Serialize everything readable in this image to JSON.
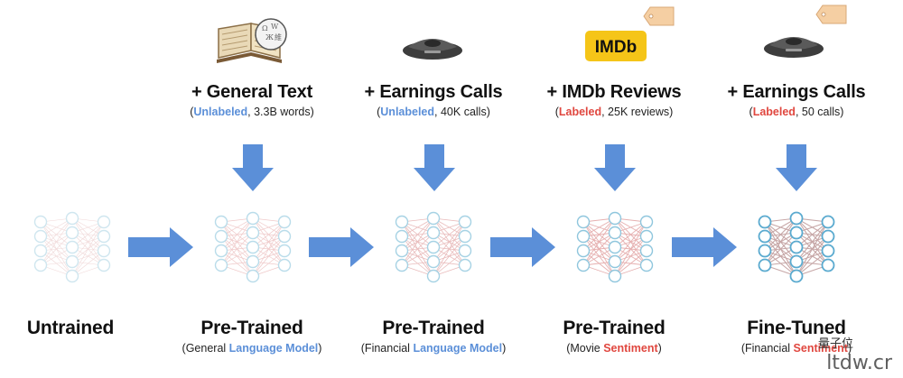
{
  "sources": [
    {
      "title": "+ General Text",
      "sub_pre": "(",
      "sub_tag": "Unlabeled",
      "sub_tag_color": "blue",
      "sub_post": ", 3.3B words)",
      "icon": "book-wikipedia-icon",
      "has_tag": false
    },
    {
      "title": "+ Earnings Calls",
      "sub_pre": "(",
      "sub_tag": "Unlabeled",
      "sub_tag_color": "blue",
      "sub_post": ", 40K calls)",
      "icon": "conference-phone-icon",
      "has_tag": false
    },
    {
      "title": "+ IMDb Reviews",
      "sub_pre": "(",
      "sub_tag": "Labeled",
      "sub_tag_color": "red",
      "sub_post": ", 25K reviews)",
      "icon": "imdb-logo-icon",
      "has_tag": true
    },
    {
      "title": "+ Earnings Calls",
      "sub_pre": "(",
      "sub_tag": "Labeled",
      "sub_tag_color": "red",
      "sub_post": ", 50 calls)",
      "icon": "conference-phone-icon",
      "has_tag": true
    }
  ],
  "imdb_logo_text": "IMDb",
  "stages": [
    {
      "title": "Untrained",
      "sub_pre": "",
      "sub_hl": "",
      "sub_hl_color": "",
      "sub_post": ""
    },
    {
      "title": "Pre-Trained",
      "sub_pre": "(General ",
      "sub_hl": "Language Model",
      "sub_hl_color": "blue",
      "sub_post": ")"
    },
    {
      "title": "Pre-Trained",
      "sub_pre": "(Financial ",
      "sub_hl": "Language Model",
      "sub_hl_color": "blue",
      "sub_post": ")"
    },
    {
      "title": "Pre-Trained",
      "sub_pre": "(Movie ",
      "sub_hl": "Sentiment",
      "sub_hl_color": "red",
      "sub_post": ")"
    },
    {
      "title": "Fine-Tuned",
      "sub_pre": "(Financial ",
      "sub_hl": "Sentiment",
      "sub_hl_color": "red",
      "sub_post": ")"
    }
  ],
  "watermark": {
    "text": "ltdw.cr",
    "logo": "量子位"
  },
  "colors": {
    "arrow": "#5b8fd8",
    "blue": "#5b8fd8",
    "red": "#e0473f",
    "tag": "#f5cfa3"
  }
}
